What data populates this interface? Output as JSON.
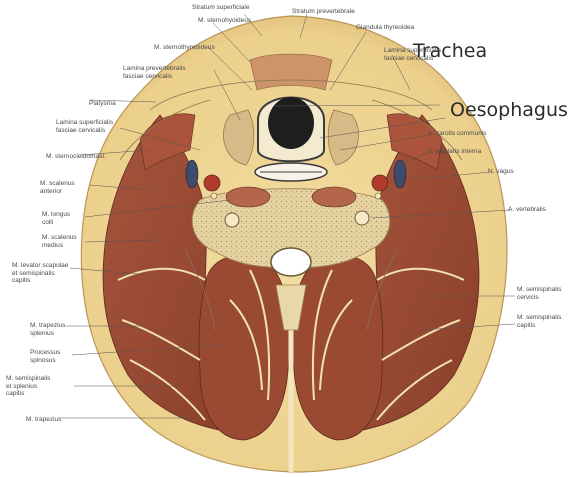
{
  "figure": {
    "labels": {
      "trachea": "Trachea",
      "oesophagus": "Oesophagus",
      "top1": "Stratum superficiale",
      "top2": "Stratum prevertebrale",
      "l1": "M. sternohyoideus",
      "l2": "M. sternothyreoideus",
      "l3": "Lamina prevertebralis\nfasciae cervicalis",
      "l4": "Platysma",
      "l5": "Lamina superficialis\nfasciae cervicalis",
      "l6": "M. sternocleidomast.",
      "l7": "M. scalenus\nanterior",
      "l8": "M. longus\ncolli",
      "l9": "M. scalenus\nmedius",
      "l10": "M. levator scapulae\net semispinalis\ncapitis",
      "l11": "M. trapezius\nsplenius",
      "l12": "Processus\nspinosus",
      "l13": "M. semispinalis\net splenius\ncapitis",
      "l14": "M. trapezius",
      "r1": "Glandula thyreoidea",
      "r2": "Lamina superficialis\nfasciae cervicalis",
      "r3": "A. carotis communis",
      "r4": "V. jugularis interna",
      "r5": "N. vagus",
      "r6": "A. vertebralis",
      "r7": "M. semispinalis\ncervicis",
      "r8": "M. semispinalis\ncapitis"
    }
  }
}
